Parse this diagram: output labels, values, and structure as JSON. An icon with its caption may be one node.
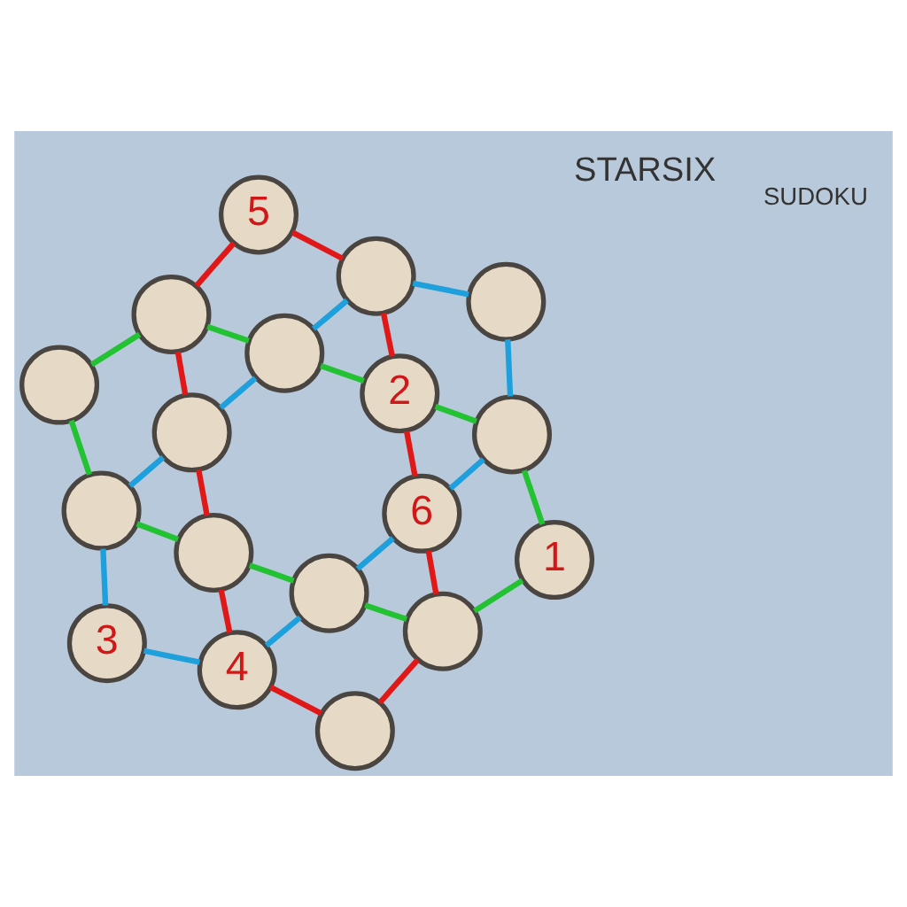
{
  "diagram": {
    "nodes": [
      {
        "text": [
          "3"
        ]
      },
      {
        "text": [],
        "shape": "circle"
      },
      {
        "text": [],
        "shape": "circle"
      },
      {
        "text": [
          "4"
        ]
      },
      {
        "text": [],
        "shape": "circle"
      },
      {
        "text": [],
        "shape": "circle"
      },
      {
        "text": [],
        "shape": "circle"
      },
      {
        "text": [],
        "shape": "circle"
      },
      {
        "text": [],
        "shape": "circle"
      },
      {
        "text": [],
        "shape": "circle"
      },
      {
        "text": [],
        "shape": "circle"
      },
      {
        "text": [
          "6"
        ]
      },
      {
        "text": [
          "5"
        ]
      },
      {
        "text": [
          "1"
        ]
      },
      {
        "text": [],
        "shape": "circle"
      },
      {
        "text": [
          "2"
        ]
      },
      {
        "text": [],
        "shape": "circle"
      },
      {
        "text": [],
        "shape": "circle"
      }
    ],
    "edges": [
      {
        "from": 0,
        "to": 1,
        "arrow": "none",
        "color": "#1ea0dc"
      },
      {
        "from": 0,
        "to": 3,
        "arrow": "none",
        "color": "#1ea0dc"
      },
      {
        "from": 1,
        "to": 6,
        "arrow": "none",
        "color": "#1ea0dc"
      },
      {
        "from": 6,
        "to": 10,
        "arrow": "none",
        "color": "#1ea0dc"
      },
      {
        "from": 10,
        "to": 14,
        "arrow": "none",
        "color": "#1ea0dc"
      },
      {
        "from": 14,
        "to": 17,
        "arrow": "none",
        "color": "#1ea0dc"
      },
      {
        "from": 17,
        "to": 16,
        "arrow": "none",
        "color": "#1ea0dc"
      },
      {
        "from": 16,
        "to": 11,
        "arrow": "none",
        "color": "#1ea0dc"
      },
      {
        "from": 11,
        "to": 7,
        "arrow": "none",
        "color": "#1ea0dc"
      },
      {
        "from": 7,
        "to": 3,
        "arrow": "none",
        "color": "#1ea0dc"
      },
      {
        "from": 4,
        "to": 1,
        "arrow": "none",
        "color": "#22c232"
      },
      {
        "from": 1,
        "to": 2,
        "arrow": "none",
        "color": "#22c232"
      },
      {
        "from": 2,
        "to": 7,
        "arrow": "none",
        "color": "#22c232"
      },
      {
        "from": 7,
        "to": 9,
        "arrow": "none",
        "color": "#22c232"
      },
      {
        "from": 9,
        "to": 13,
        "arrow": "none",
        "color": "#22c232"
      },
      {
        "from": 13,
        "to": 16,
        "arrow": "none",
        "color": "#22c232"
      },
      {
        "from": 16,
        "to": 15,
        "arrow": "none",
        "color": "#22c232"
      },
      {
        "from": 15,
        "to": 10,
        "arrow": "none",
        "color": "#22c232"
      },
      {
        "from": 10,
        "to": 8,
        "arrow": "none",
        "color": "#22c232"
      },
      {
        "from": 8,
        "to": 4,
        "arrow": "none",
        "color": "#22c232"
      },
      {
        "from": 2,
        "to": 3,
        "arrow": "none",
        "color": "#e01818"
      },
      {
        "from": 3,
        "to": 5,
        "arrow": "none",
        "color": "#e01818"
      },
      {
        "from": 5,
        "to": 9,
        "arrow": "none",
        "color": "#e01818"
      },
      {
        "from": 9,
        "to": 11,
        "arrow": "none",
        "color": "#e01818"
      },
      {
        "from": 11,
        "to": 15,
        "arrow": "none",
        "color": "#e01818"
      },
      {
        "from": 15,
        "to": 14,
        "arrow": "none",
        "color": "#e01818"
      },
      {
        "from": 14,
        "to": 12,
        "arrow": "none",
        "color": "#e01818"
      },
      {
        "from": 12,
        "to": 8,
        "arrow": "none",
        "color": "#e01818"
      },
      {
        "from": 8,
        "to": 6,
        "arrow": "none",
        "color": "#e01818"
      },
      {
        "from": 6,
        "to": 2,
        "arrow": "none",
        "color": "#e01818"
      }
    ],
    "labels": [
      "STARSIX",
      "SUDOKU"
    ]
  }
}
